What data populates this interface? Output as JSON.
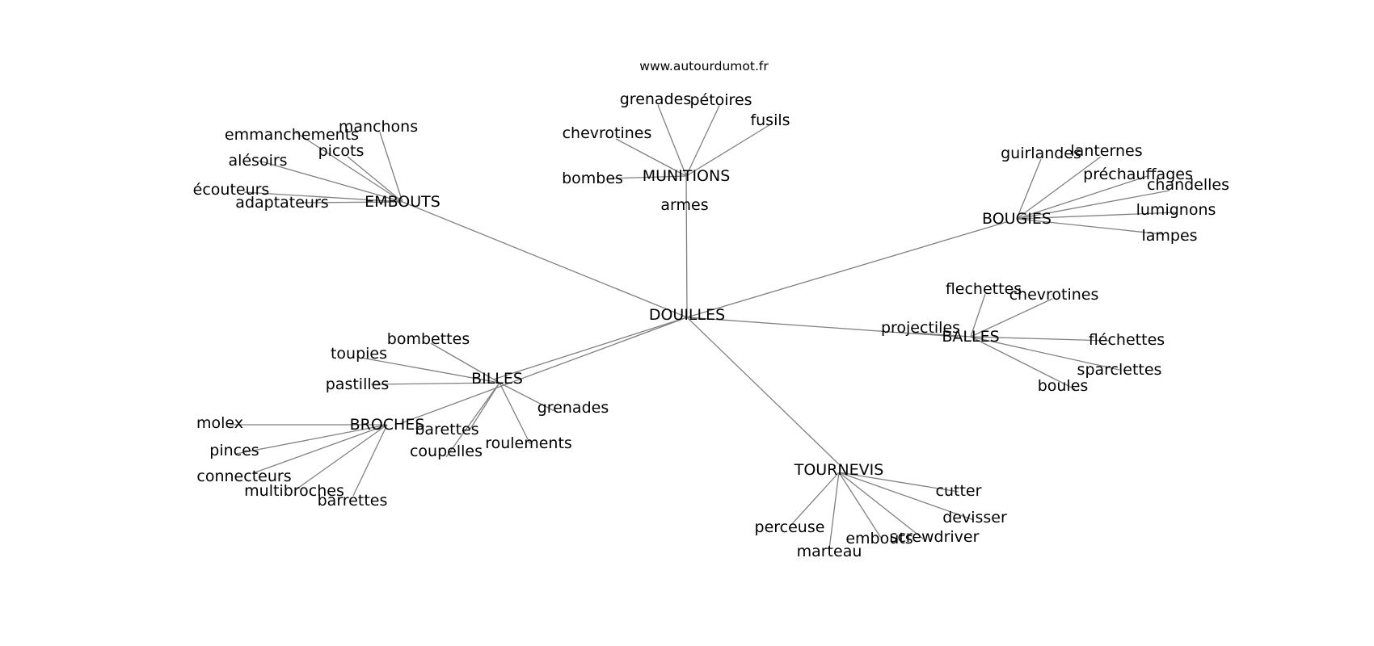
{
  "source_label": "www.autourdumot.fr",
  "nodes": [
    {
      "id": "douilles",
      "label": "DOUILLES"
    },
    {
      "id": "munitions",
      "label": "MUNITIONS"
    },
    {
      "id": "armes",
      "label": "armes"
    },
    {
      "id": "grenades_top",
      "label": "grenades"
    },
    {
      "id": "petoires",
      "label": "pétoires"
    },
    {
      "id": "fusils",
      "label": "fusils"
    },
    {
      "id": "chevrotines_top",
      "label": "chevrotines"
    },
    {
      "id": "bombes",
      "label": "bombes"
    },
    {
      "id": "embouts_hub",
      "label": "EMBOUTS"
    },
    {
      "id": "manchons",
      "label": "manchons"
    },
    {
      "id": "emmanchements",
      "label": "emmanchements"
    },
    {
      "id": "picots",
      "label": "picots"
    },
    {
      "id": "alesoirs",
      "label": "alésoirs"
    },
    {
      "id": "ecouteurs",
      "label": "écouteurs"
    },
    {
      "id": "adaptateurs",
      "label": "adaptateurs"
    },
    {
      "id": "bougies",
      "label": "BOUGIES"
    },
    {
      "id": "guirlandes",
      "label": "guirlandes"
    },
    {
      "id": "lanternes",
      "label": "lanternes"
    },
    {
      "id": "prechauffages",
      "label": "préchauffages"
    },
    {
      "id": "chandelles",
      "label": "chandelles"
    },
    {
      "id": "lumignons",
      "label": "lumignons"
    },
    {
      "id": "lampes",
      "label": "lampes"
    },
    {
      "id": "balles",
      "label": "BALLES"
    },
    {
      "id": "projectiles",
      "label": "projectiles"
    },
    {
      "id": "flechettes",
      "label": "flechettes"
    },
    {
      "id": "chevrotines_right",
      "label": "chevrotines"
    },
    {
      "id": "flechettes_accent",
      "label": "fléchettes"
    },
    {
      "id": "sparclettes",
      "label": "sparclettes"
    },
    {
      "id": "boules",
      "label": "boules"
    },
    {
      "id": "billes",
      "label": "BILLES"
    },
    {
      "id": "bombettes",
      "label": "bombettes"
    },
    {
      "id": "toupies",
      "label": "toupies"
    },
    {
      "id": "pastilles",
      "label": "pastilles"
    },
    {
      "id": "grenades_billes",
      "label": "grenades"
    },
    {
      "id": "barettes",
      "label": "barettes"
    },
    {
      "id": "coupelles",
      "label": "coupelles"
    },
    {
      "id": "roulements",
      "label": "roulements"
    },
    {
      "id": "broches",
      "label": "BROCHES"
    },
    {
      "id": "molex",
      "label": "molex"
    },
    {
      "id": "pinces",
      "label": "pinces"
    },
    {
      "id": "connecteurs",
      "label": "connecteurs"
    },
    {
      "id": "multibroches",
      "label": "multibroches"
    },
    {
      "id": "barrettes",
      "label": "barrettes"
    },
    {
      "id": "tournevis",
      "label": "TOURNEVIS"
    },
    {
      "id": "cutter",
      "label": "cutter"
    },
    {
      "id": "devisser",
      "label": "devisser"
    },
    {
      "id": "screwdriver",
      "label": "screwdriver"
    },
    {
      "id": "embouts_leaf",
      "label": "embouts"
    },
    {
      "id": "marteau",
      "label": "marteau"
    },
    {
      "id": "perceuse",
      "label": "perceuse"
    }
  ],
  "edges": [
    [
      "douilles",
      "munitions"
    ],
    [
      "douilles",
      "embouts_hub"
    ],
    [
      "douilles",
      "bougies"
    ],
    [
      "douilles",
      "balles"
    ],
    [
      "douilles",
      "billes"
    ],
    [
      "douilles",
      "broches"
    ],
    [
      "douilles",
      "tournevis"
    ],
    [
      "munitions",
      "grenades_top"
    ],
    [
      "munitions",
      "petoires"
    ],
    [
      "munitions",
      "fusils"
    ],
    [
      "munitions",
      "chevrotines_top"
    ],
    [
      "munitions",
      "bombes"
    ],
    [
      "embouts_hub",
      "manchons"
    ],
    [
      "embouts_hub",
      "emmanchements"
    ],
    [
      "embouts_hub",
      "picots"
    ],
    [
      "embouts_hub",
      "alesoirs"
    ],
    [
      "embouts_hub",
      "ecouteurs"
    ],
    [
      "embouts_hub",
      "adaptateurs"
    ],
    [
      "bougies",
      "guirlandes"
    ],
    [
      "bougies",
      "lanternes"
    ],
    [
      "bougies",
      "prechauffages"
    ],
    [
      "bougies",
      "chandelles"
    ],
    [
      "bougies",
      "lumignons"
    ],
    [
      "bougies",
      "lampes"
    ],
    [
      "balles",
      "projectiles"
    ],
    [
      "balles",
      "flechettes"
    ],
    [
      "balles",
      "chevrotines_right"
    ],
    [
      "balles",
      "flechettes_accent"
    ],
    [
      "balles",
      "sparclettes"
    ],
    [
      "balles",
      "boules"
    ],
    [
      "billes",
      "bombettes"
    ],
    [
      "billes",
      "toupies"
    ],
    [
      "billes",
      "pastilles"
    ],
    [
      "billes",
      "grenades_billes"
    ],
    [
      "billes",
      "barettes"
    ],
    [
      "billes",
      "coupelles"
    ],
    [
      "billes",
      "roulements"
    ],
    [
      "broches",
      "molex"
    ],
    [
      "broches",
      "pinces"
    ],
    [
      "broches",
      "connecteurs"
    ],
    [
      "broches",
      "multibroches"
    ],
    [
      "broches",
      "barrettes"
    ],
    [
      "tournevis",
      "cutter"
    ],
    [
      "tournevis",
      "devisser"
    ],
    [
      "tournevis",
      "screwdriver"
    ],
    [
      "tournevis",
      "embouts_leaf"
    ],
    [
      "tournevis",
      "marteau"
    ],
    [
      "tournevis",
      "perceuse"
    ]
  ]
}
